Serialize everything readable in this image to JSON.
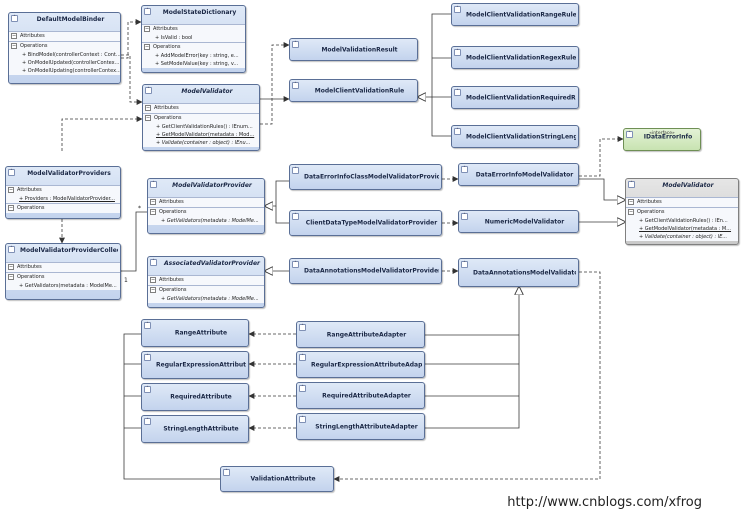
{
  "diagram": {
    "classes": [
      {
        "id": "DefaultModelBinder",
        "title": "DefaultModelBinder",
        "attributes_label": "Attributes",
        "operations_label": "Operations",
        "operations": [
          "+ BindModel(controllerContext : Cont...",
          "+ OnModelUpdated(controllerContex...",
          "+ OnModelUpdating(controllerContex..."
        ]
      },
      {
        "id": "ModelStateDictionary",
        "title": "ModelStateDictionary",
        "attributes_label": "Attributes",
        "attributes": [
          "+ IsValid : bool"
        ],
        "operations_label": "Operations",
        "operations": [
          "+ AddModelError(key : string, e...",
          "+ SetModelValue(key : string, v..."
        ]
      },
      {
        "id": "ModelValidator",
        "title": "ModelValidator",
        "italic": true,
        "attributes_label": "Attributes",
        "operations_label": "Operations",
        "operations": [
          {
            "text": "+ GetClientValidationRules() : IEnum..."
          },
          {
            "text": "+ GetModelValidator(metadata : Mod...",
            "underline": true
          },
          {
            "text": "+ Validate(container : object) : IEnu...",
            "italic": true
          }
        ]
      },
      {
        "id": "ModelValidationResult",
        "title": "ModelValidationResult"
      },
      {
        "id": "ModelClientValidationRule",
        "title": "ModelClientValidationRule"
      },
      {
        "id": "ModelClientValidationRangeRule",
        "title": "ModelClientValidationRangeRule"
      },
      {
        "id": "ModelClientValidationRegexRule",
        "title": "ModelClientValidationRegexRule"
      },
      {
        "id": "ModelClientValidationRequiredRule",
        "title": "ModelClientValidationRequiredRule"
      },
      {
        "id": "ModelClientValidationStringLength",
        "title": "ModelClientValidationStringLengt..."
      },
      {
        "id": "IDataErrorInfo",
        "title": "IDataErrorInfo",
        "stereotype": "«interface»"
      },
      {
        "id": "ModelValidatorProviders",
        "title": "ModelValidatorProviders",
        "attributes_label": "Attributes",
        "attributes": [
          {
            "text": "+ Providers : ModelValidatorProvider...",
            "underline": true
          }
        ],
        "operations_label": "Operations"
      },
      {
        "id": "ModelValidatorProvider",
        "title": "ModelValidatorProvider",
        "italic": true,
        "attributes_label": "Attributes",
        "operations_label": "Operations",
        "operations": [
          {
            "text": "+ GetValidators(metadata : ModelMe...",
            "italic": true
          }
        ]
      },
      {
        "id": "ModelValidatorProviderCollection",
        "title": "ModelValidatorProviderCollec...",
        "attributes_label": "Attributes",
        "operations_label": "Operations",
        "operations": [
          "+ GetValidators(metadata : ModelMe..."
        ]
      },
      {
        "id": "AssociatedValidatorProvider",
        "title": "AssociatedValidatorProvider",
        "italic": true,
        "attributes_label": "Attributes",
        "operations_label": "Operations",
        "operations": [
          {
            "text": "+ GetValidators(metadata : ModelMe...",
            "italic": true
          }
        ]
      },
      {
        "id": "DataErrorInfoClassModelValidatorProvider",
        "title": "DataErrorInfoClassModelValidatorProvider"
      },
      {
        "id": "ClientDataTypeModelValidatorProvider",
        "title": "ClientDataTypeModelValidatorProvider"
      },
      {
        "id": "DataAnnotationsModelValidatorProvider",
        "title": "DataAnnotationsModelValidatorProvider"
      },
      {
        "id": "DataErrorInfoModelValidator",
        "title": "DataErrorInfoModelValidator"
      },
      {
        "id": "NumericModelValidator",
        "title": "NumericModelValidator"
      },
      {
        "id": "DataAnnotationsModelValidator",
        "title": "DataAnnotationsModelValidator"
      },
      {
        "id": "ModelValidatorRef",
        "title": "ModelValidator",
        "italic": true,
        "attributes_label": "Attributes",
        "operations_label": "Operations",
        "operations": [
          {
            "text": "+ GetClientValidationRules() : IEn..."
          },
          {
            "text": "+ GetModelValidator(metadata : M...",
            "underline": true
          },
          {
            "text": "+ Validate(container : object) : IE...",
            "italic": true
          }
        ]
      },
      {
        "id": "RangeAttribute",
        "title": "RangeAttribute"
      },
      {
        "id": "RegularExpressionAttribute",
        "title": "RegularExpressionAttribute"
      },
      {
        "id": "RequiredAttribute",
        "title": "RequiredAttribute"
      },
      {
        "id": "StringLengthAttribute",
        "title": "StringLengthAttribute"
      },
      {
        "id": "RangeAttributeAdapter",
        "title": "RangeAttributeAdapter"
      },
      {
        "id": "RegularExpressionAttributeAdapter",
        "title": "RegularExpressionAttributeAdapter"
      },
      {
        "id": "RequiredAttributeAdapter",
        "title": "RequiredAttributeAdapter"
      },
      {
        "id": "StringLengthAttributeAdapter",
        "title": "StringLengthAttributeAdapter"
      },
      {
        "id": "ValidationAttribute",
        "title": "ValidationAttribute"
      }
    ],
    "multiplicity": {
      "many": "*",
      "one": "1"
    },
    "watermark": "http://www.cnblogs.com/xfrog"
  }
}
